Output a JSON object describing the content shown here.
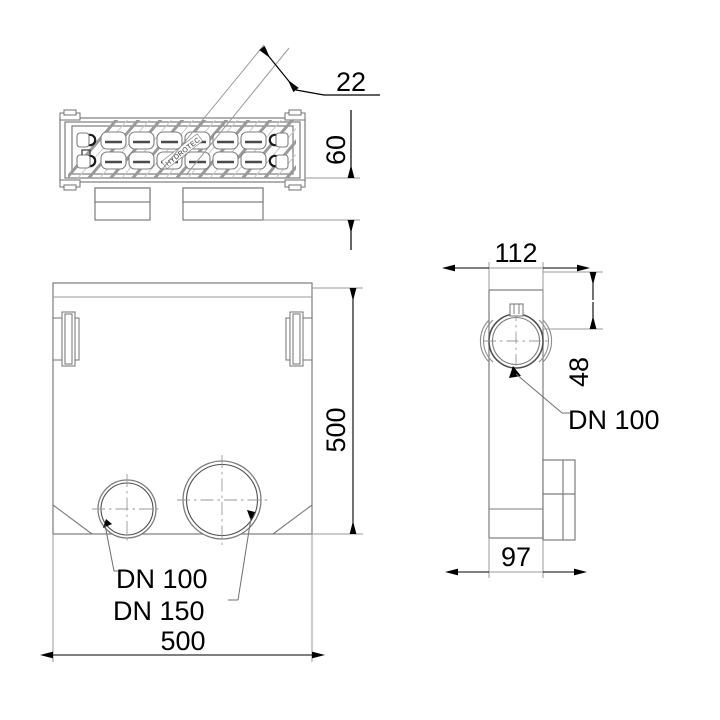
{
  "drawing": {
    "title": "Drainage channel body technical drawing",
    "background_color": "#ffffff",
    "line_color": "#7d7d7d",
    "dim_color": "#000000",
    "views": [
      {
        "name": "front-elevation-with-grating",
        "position": "top-left"
      },
      {
        "name": "plan-view",
        "position": "bottom-left"
      },
      {
        "name": "side-section-view",
        "position": "right"
      }
    ]
  },
  "dimensions": {
    "grating_slot_width": "22",
    "channel_height": "60",
    "plan_height": "500",
    "plan_width": "500",
    "side_top_width": "112",
    "side_socket_height": "48",
    "side_bottom_width": "97"
  },
  "labels": {
    "outlet_dn100_plan": "DN 100",
    "outlet_dn150_plan": "DN 150",
    "outlet_dn100_side": "DN 100"
  }
}
